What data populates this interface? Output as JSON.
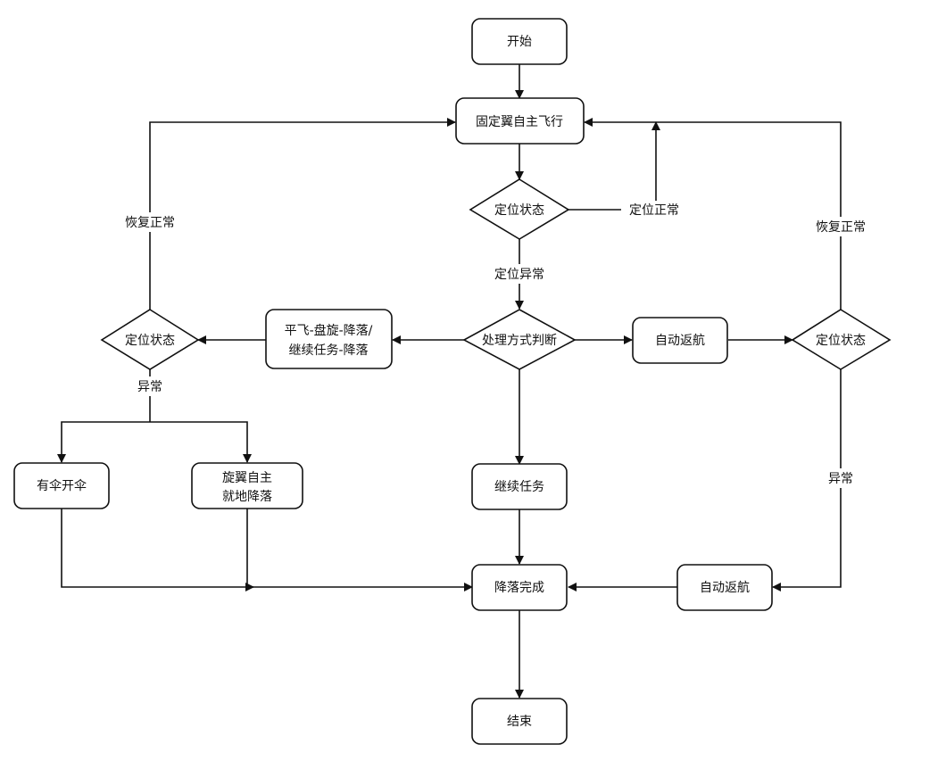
{
  "nodes": {
    "start": "开始",
    "fixed_wing_flight": "固定翼自主飞行",
    "position_status_top": "定位状态",
    "handling_decision": "处理方式判断",
    "level_hover_land_line1": "平飞-盘旋-降落/",
    "level_hover_land_line2": "继续任务-降落",
    "position_status_left": "定位状态",
    "auto_return_mid": "自动返航",
    "position_status_right": "定位状态",
    "parachute_open": "有伞开伞",
    "rotor_land_line1": "旋翼自主",
    "rotor_land_line2": "就地降落",
    "continue_mission": "继续任务",
    "landing_complete": "降落完成",
    "auto_return_bottom": "自动返航",
    "end": "结束"
  },
  "edge_labels": {
    "position_normal": "定位正常",
    "position_abnormal": "定位异常",
    "recover_normal_left": "恢复正常",
    "recover_normal_right": "恢复正常",
    "abnormal_left": "异常",
    "abnormal_right": "异常"
  }
}
